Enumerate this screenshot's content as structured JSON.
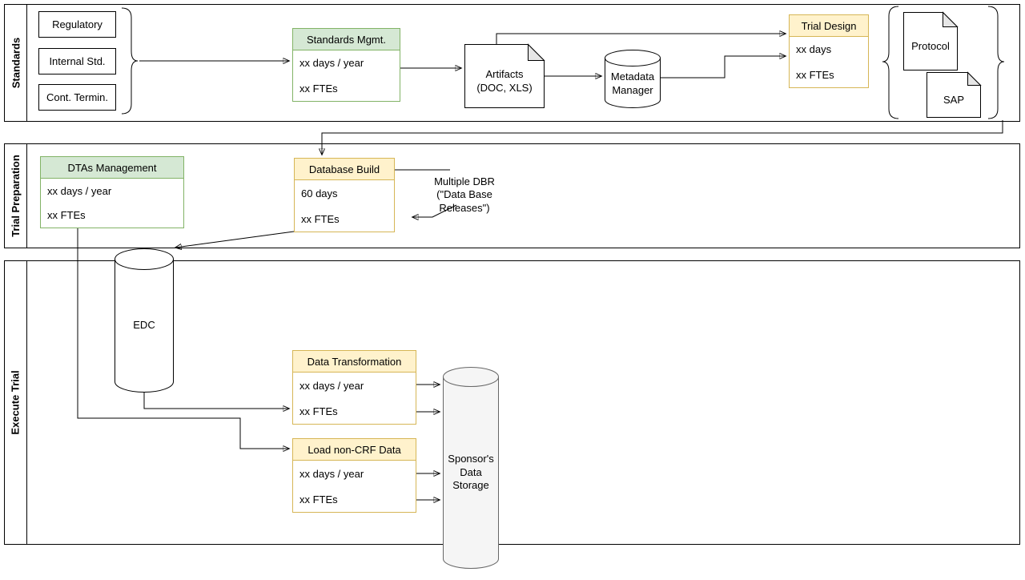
{
  "lanes": {
    "standards": "Standards",
    "trial_preparation": "Trial Preparation",
    "execute_trial": "Execute Trial"
  },
  "standards_lane": {
    "regulatory": "Regulatory",
    "internal_std": "Internal Std.",
    "cont_termin": "Cont. Termin.",
    "standards_mgmt": {
      "title": "Standards Mgmt.",
      "days": "xx days / year",
      "ftes": "xx FTEs"
    },
    "artifacts": "Artifacts\n(DOC, XLS)",
    "metadata_manager": "Metadata\nManager",
    "trial_design": {
      "title": "Trial Design",
      "days": "xx days",
      "ftes": "xx FTEs"
    },
    "protocol": "Protocol",
    "sap": "SAP"
  },
  "trial_preparation_lane": {
    "dtas_management": {
      "title": "DTAs Management",
      "days": "xx days / year",
      "ftes": "xx FTEs"
    },
    "database_build": {
      "title": "Database Build",
      "days": "60 days",
      "ftes": "xx FTEs"
    },
    "multiple_dbr": "Multiple DBR\n(\"Data Base\nReleases\")"
  },
  "execute_trial_lane": {
    "edc": "EDC",
    "data_transformation": {
      "title": "Data Transformation",
      "days": "xx days / year",
      "ftes": "xx FTEs"
    },
    "load_non_crf": {
      "title": "Load non-CRF Data",
      "days": "xx days / year",
      "ftes": "xx FTEs"
    },
    "sponsor_storage": "Sponsor's\nData\nStorage"
  },
  "colors": {
    "green_fill": "#d5e8d4",
    "green_stroke": "#82b366",
    "yellow_fill": "#fff2cc",
    "yellow_stroke": "#d6b656",
    "gray_fill": "#f5f5f5",
    "gray_stroke": "#666666",
    "fold_fill": "#e6e6e6",
    "line": "#000000"
  }
}
